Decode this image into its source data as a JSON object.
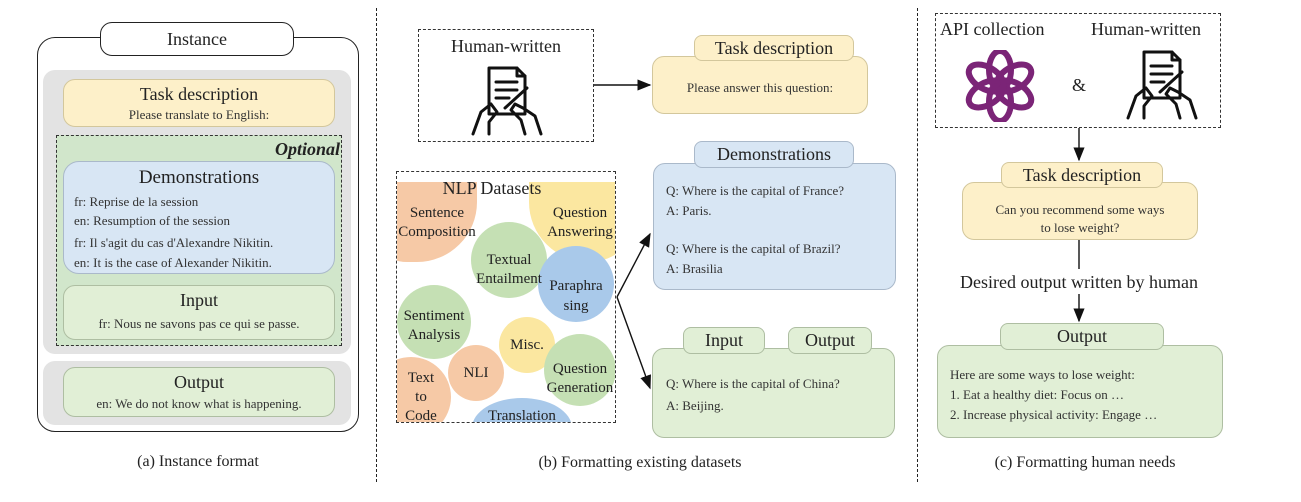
{
  "panel_a": {
    "instance_label": "Instance",
    "task": {
      "title": "Task description",
      "text": "Please translate to English:"
    },
    "optional_label": "Optional",
    "demonstrations": {
      "title": "Demonstrations",
      "lines": [
        "fr: Reprise de la session",
        "en: Resumption of the session",
        "fr: Il s'agit du cas d'Alexandre Nikitin.",
        "en: It is the case of Alexander Nikitin."
      ]
    },
    "input": {
      "title": "Input",
      "text": "fr: Nous ne savons pas ce qui se passe."
    },
    "output": {
      "title": "Output",
      "text": "en: We do not know what is happening."
    },
    "caption": "(a) Instance format"
  },
  "panel_b": {
    "human_written": "Human-written",
    "task": {
      "title": "Task description",
      "text": "Please answer this question:"
    },
    "nlp_title": "NLP  Datasets",
    "bubbles": {
      "sentence_composition": [
        "Sentence",
        "Composition"
      ],
      "question_answering": [
        "Question",
        "Answering"
      ],
      "textual_entailment": [
        "Textual",
        "Entailment"
      ],
      "paraphrasing": [
        "Paraphra",
        "sing"
      ],
      "sentiment_analysis": [
        "Sentiment",
        "Analysis"
      ],
      "misc": "Misc.",
      "nli": "NLI",
      "question_generation": [
        "Question",
        "Generation"
      ],
      "text_to_code": [
        "Text",
        "to",
        "Code"
      ],
      "translation": "Translation"
    },
    "demonstrations": {
      "title": "Demonstrations",
      "lines": [
        "Q: Where is the capital of France?",
        "A: Paris.",
        "Q: Where is the capital of Brazil?",
        "A: Brasilia"
      ]
    },
    "io": {
      "input_title": "Input",
      "output_title": "Output",
      "lines": [
        "Q: Where is the capital of China?",
        "A: Beijing."
      ]
    },
    "caption": "(b) Formatting existing datasets"
  },
  "panel_c": {
    "api_collection": "API collection",
    "ampersand": "&",
    "human_written": "Human-written",
    "task": {
      "title": "Task description",
      "lines": [
        "Can you recommend some ways",
        "to lose weight?"
      ]
    },
    "desired_output": "Desired output written by human",
    "output": {
      "title": "Output",
      "lines": [
        "Here are some ways to lose weight:",
        "1. Eat a healthy diet: Focus on …",
        "2. Increase physical activity: Engage …"
      ]
    },
    "caption": "(c) Formatting human needs"
  },
  "colors": {
    "yellow_fill": "#fdf0c9",
    "blue_fill": "#d8e6f4",
    "green_fill": "#e1efd6",
    "grey_fill": "#e3e3e3",
    "orange_bubble": "#f6c9a6",
    "yellow_bubble": "#fbe7a0",
    "green_bubble": "#c5e0b4",
    "blue_bubble": "#a9c9ea",
    "logo_purple": "#7b2477"
  }
}
